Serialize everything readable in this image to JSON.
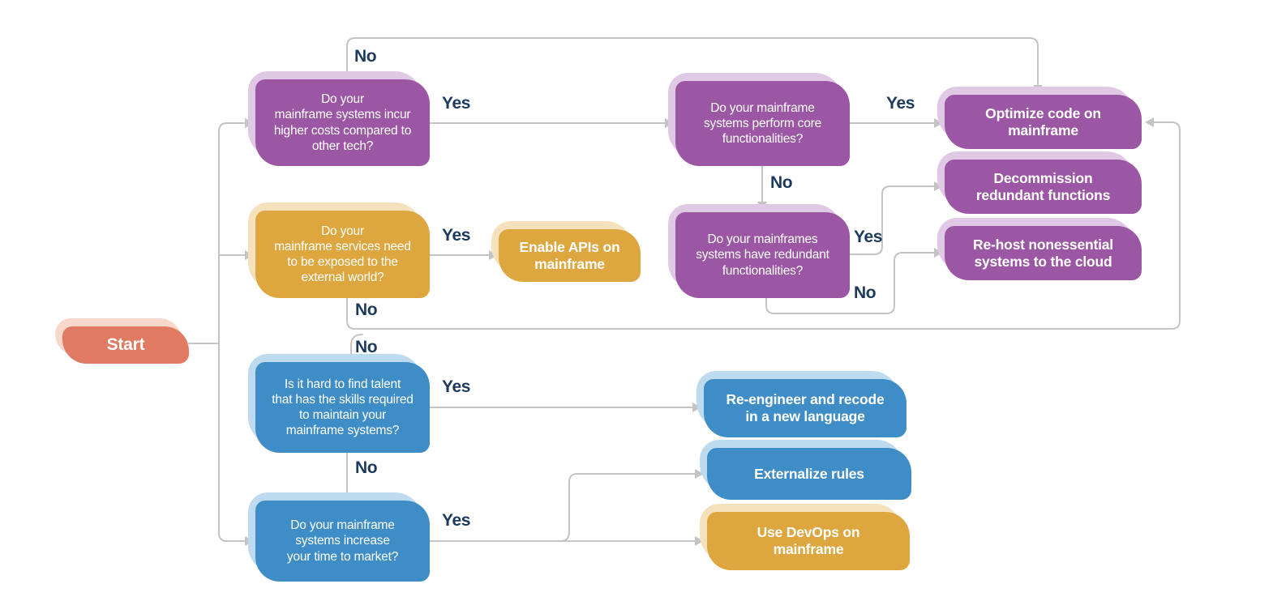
{
  "colors": {
    "purpleFill": "#9B57A4",
    "purpleShadow": "#E0C9E4",
    "goldFill": "#DDA63E",
    "goldShadow": "#F5E2BD",
    "blueFill": "#3E8DC6",
    "blueShadow": "#BEDAEE",
    "salmonFill": "#E07A62",
    "salmonShadow": "#F7D8CB",
    "line": "#C4C4C4",
    "navy": "#1C3A5E"
  },
  "nodes": {
    "start": {
      "label": "Start"
    },
    "q_cost": {
      "label": "Do your\nmainframe systems incur\nhigher costs compared to\nother tech?"
    },
    "q_core": {
      "label": "Do your mainframe\nsystems perform core\nfunctionalities?"
    },
    "q_services": {
      "label": "Do your\nmainframe services need\nto be exposed to the\nexternal world?"
    },
    "q_redundant": {
      "label": "Do your mainframes\nsystems have redundant\nfunctionalities?"
    },
    "q_talent": {
      "label": "Is it hard to find talent\nthat has the skills required\nto maintain your\nmainframe systems?"
    },
    "q_market": {
      "label": "Do your mainframe\nsystems increase\nyour time to market?"
    },
    "a_optimize": {
      "label": "Optimize code on\nmainframe"
    },
    "a_decommission": {
      "label": "Decommission\nredundant functions"
    },
    "a_rehost": {
      "label": "Re-host nonessential\nsystems to the cloud"
    },
    "a_apis": {
      "label": "Enable APIs on\nmainframe"
    },
    "a_reengineer": {
      "label": "Re-engineer and recode\nin a new language"
    },
    "a_externalize": {
      "label": "Externalize rules"
    },
    "a_devops": {
      "label": "Use DevOps on\nmainframe"
    }
  },
  "edge_labels": {
    "no_cost_loop": "No",
    "yes_cost_core": "Yes",
    "yes_core_optimize": "Yes",
    "no_core_redundant": "No",
    "yes_services_apis": "Yes",
    "yes_redundant_decommission": "Yes",
    "no_redundant_rehost": "No",
    "no_services": "No",
    "no_to_talent": "No",
    "yes_talent_reengineer": "Yes",
    "no_talent_market": "No",
    "yes_market": "Yes"
  }
}
